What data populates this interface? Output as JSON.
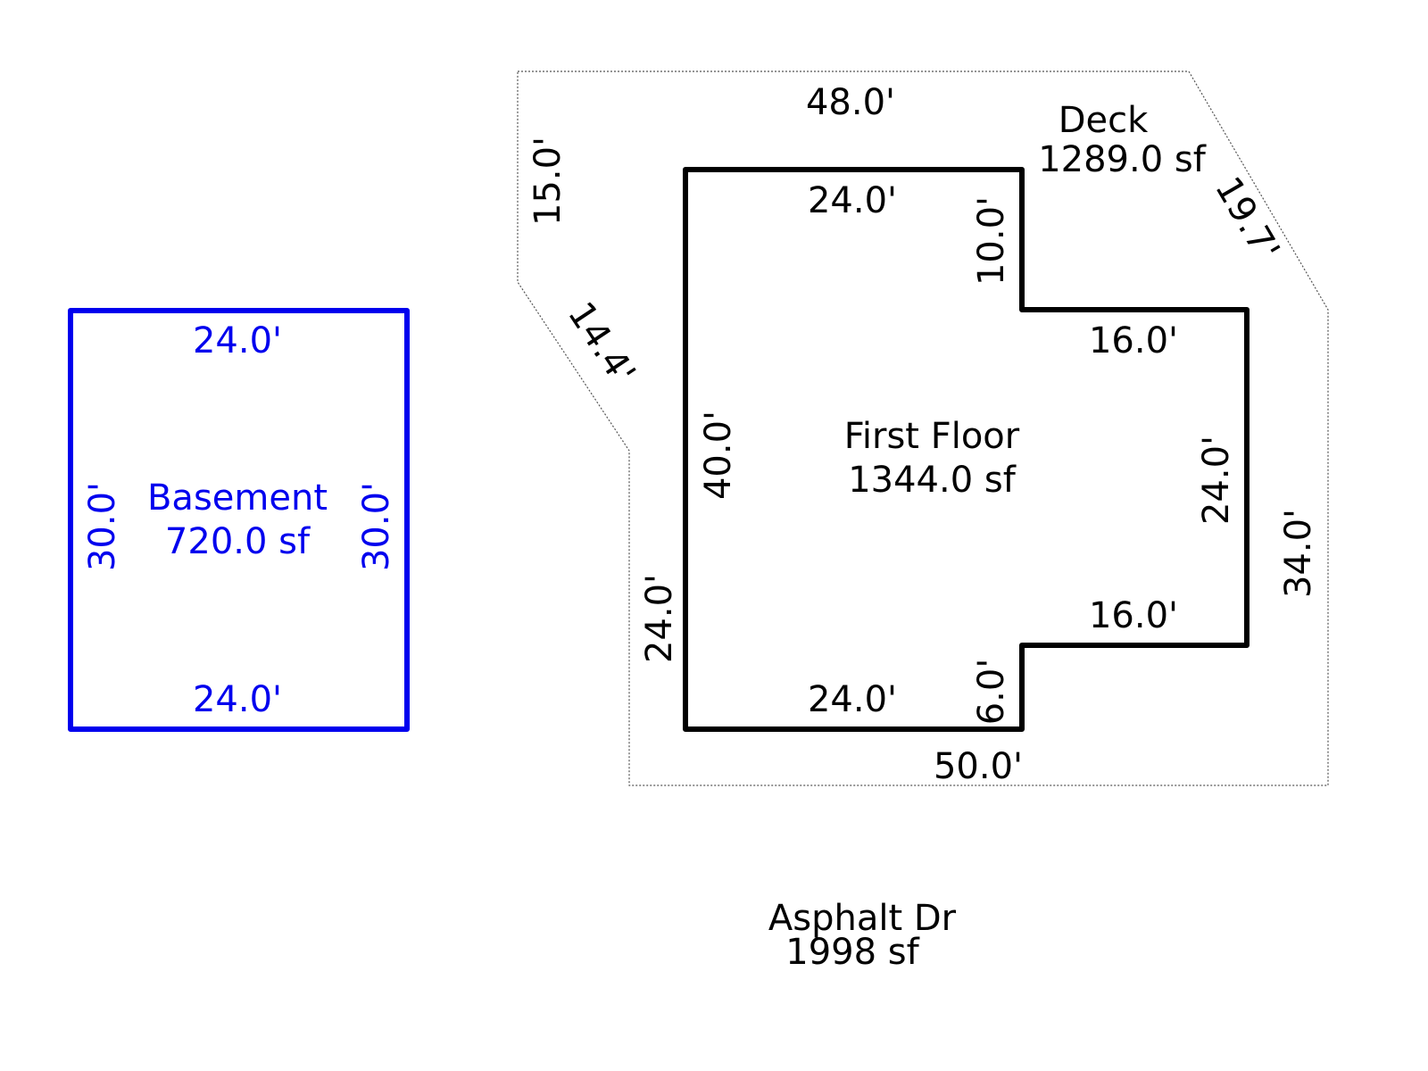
{
  "colors": {
    "background": "#ffffff",
    "first_floor_line": "#000000",
    "basement_line": "#0000ee",
    "deck_line": "#555555",
    "label_text": "#000000",
    "basement_text": "#0000ee"
  },
  "basement": {
    "name": "Basement",
    "area": "720.0 sf",
    "dims": {
      "top": "24.0'",
      "bottom": "24.0'",
      "left": "30.0'",
      "right": "30.0'"
    }
  },
  "first_floor": {
    "name": "First Floor",
    "area": "1344.0 sf",
    "dims": {
      "top": "24.0'",
      "notch_top_right_vertical": "10.0'",
      "upper_right_horizontal": "16.0'",
      "right": "24.0'",
      "lower_right_horizontal": "16.0'",
      "notch_bottom_vertical": "6.0'",
      "bottom": "24.0'",
      "left": "40.0'"
    }
  },
  "deck": {
    "name": "Deck",
    "area": "1289.0 sf",
    "dims": {
      "top": "48.0'",
      "upper_left": "15.0'",
      "left_diagonal": "14.4'",
      "lower_left": "24.0'",
      "bottom": "50.0'",
      "right": "34.0'",
      "right_diagonal": "19.7'"
    }
  },
  "driveway": {
    "name": "Asphalt Dr",
    "area": "1998 sf"
  }
}
